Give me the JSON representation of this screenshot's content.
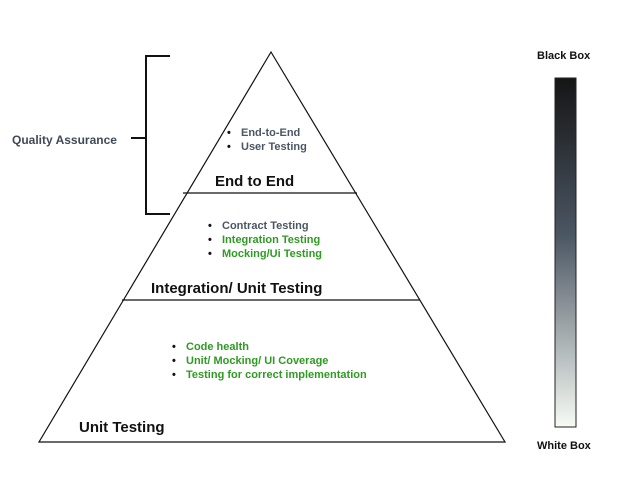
{
  "quality_assurance_label": "Quality Assurance",
  "scale": {
    "top_label": "Black Box",
    "bottom_label": "White Box",
    "top_color": "#151515",
    "mid_color": "#4b5663",
    "bottom_color": "#f7fbf4"
  },
  "tiers": [
    {
      "title": "End to End",
      "items": [
        {
          "text": "End-to-End",
          "color": "#4a5662"
        },
        {
          "text": "User Testing",
          "color": "#4a5662"
        }
      ]
    },
    {
      "title": "Integration/ Unit Testing",
      "items": [
        {
          "text": "Contract Testing",
          "color": "#4a5662"
        },
        {
          "text": "Integration Testing",
          "color": "#2e9b22"
        },
        {
          "text": "Mocking/Ui Testing",
          "color": "#2e9b22"
        }
      ]
    },
    {
      "title": "Unit Testing",
      "items": [
        {
          "text": "Code health",
          "color": "#2e9b22"
        },
        {
          "text": "Unit/ Mocking/ UI Coverage",
          "color": "#2e9b22"
        },
        {
          "text": "Testing for correct implementation",
          "color": "#2e9b22"
        }
      ]
    }
  ]
}
